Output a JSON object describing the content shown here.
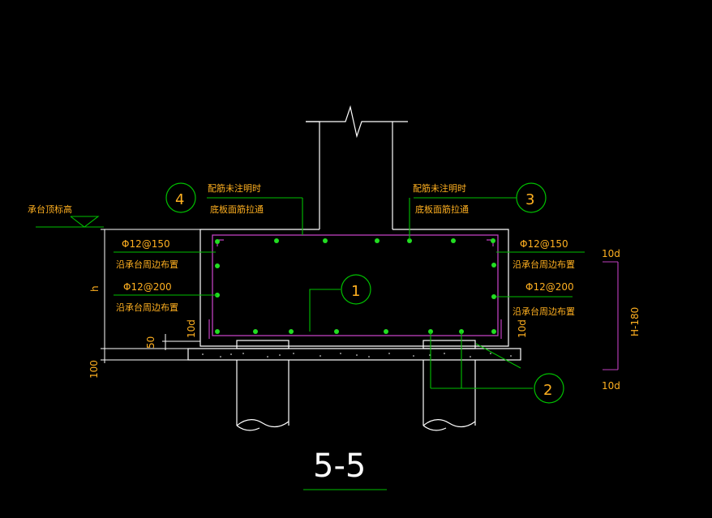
{
  "colors": {
    "background": "#000000",
    "outline": "#ffffff",
    "leader": "#00c000",
    "rebar_dot": "#22dd22",
    "stirrup": "#c040c0",
    "text": "#ffb020",
    "title_underline": "#00c000"
  },
  "labels": {
    "cap_top_elevation": "承台顶标高",
    "note_left_line1": "配筋未注明时",
    "note_left_line2": "底板面筋拉通",
    "note_right_line1": "配筋未注明时",
    "note_right_line2": "底板面筋拉通",
    "rebar_left_top": "Φ12@150",
    "rebar_left_top_note": "沿承台周边布置",
    "rebar_left_bottom": "Φ12@200",
    "rebar_left_bottom_note": "沿承台周边布置",
    "rebar_right_top": "Φ12@150",
    "rebar_right_top_note": "沿承台周边布置",
    "rebar_right_bottom": "Φ12@200",
    "rebar_right_bottom_note": "沿承台周边布置",
    "dim_h": "h",
    "dim_50": "50",
    "dim_100": "100",
    "dim_10d_left": "10d",
    "dim_10d_right": "10d",
    "dim_10d_top": "10d",
    "dim_10d_bottom": "10d",
    "dim_h180": "H-180",
    "section_title": "5-5"
  },
  "callouts": {
    "c1": "1",
    "c2": "2",
    "c3": "3",
    "c4": "4"
  }
}
